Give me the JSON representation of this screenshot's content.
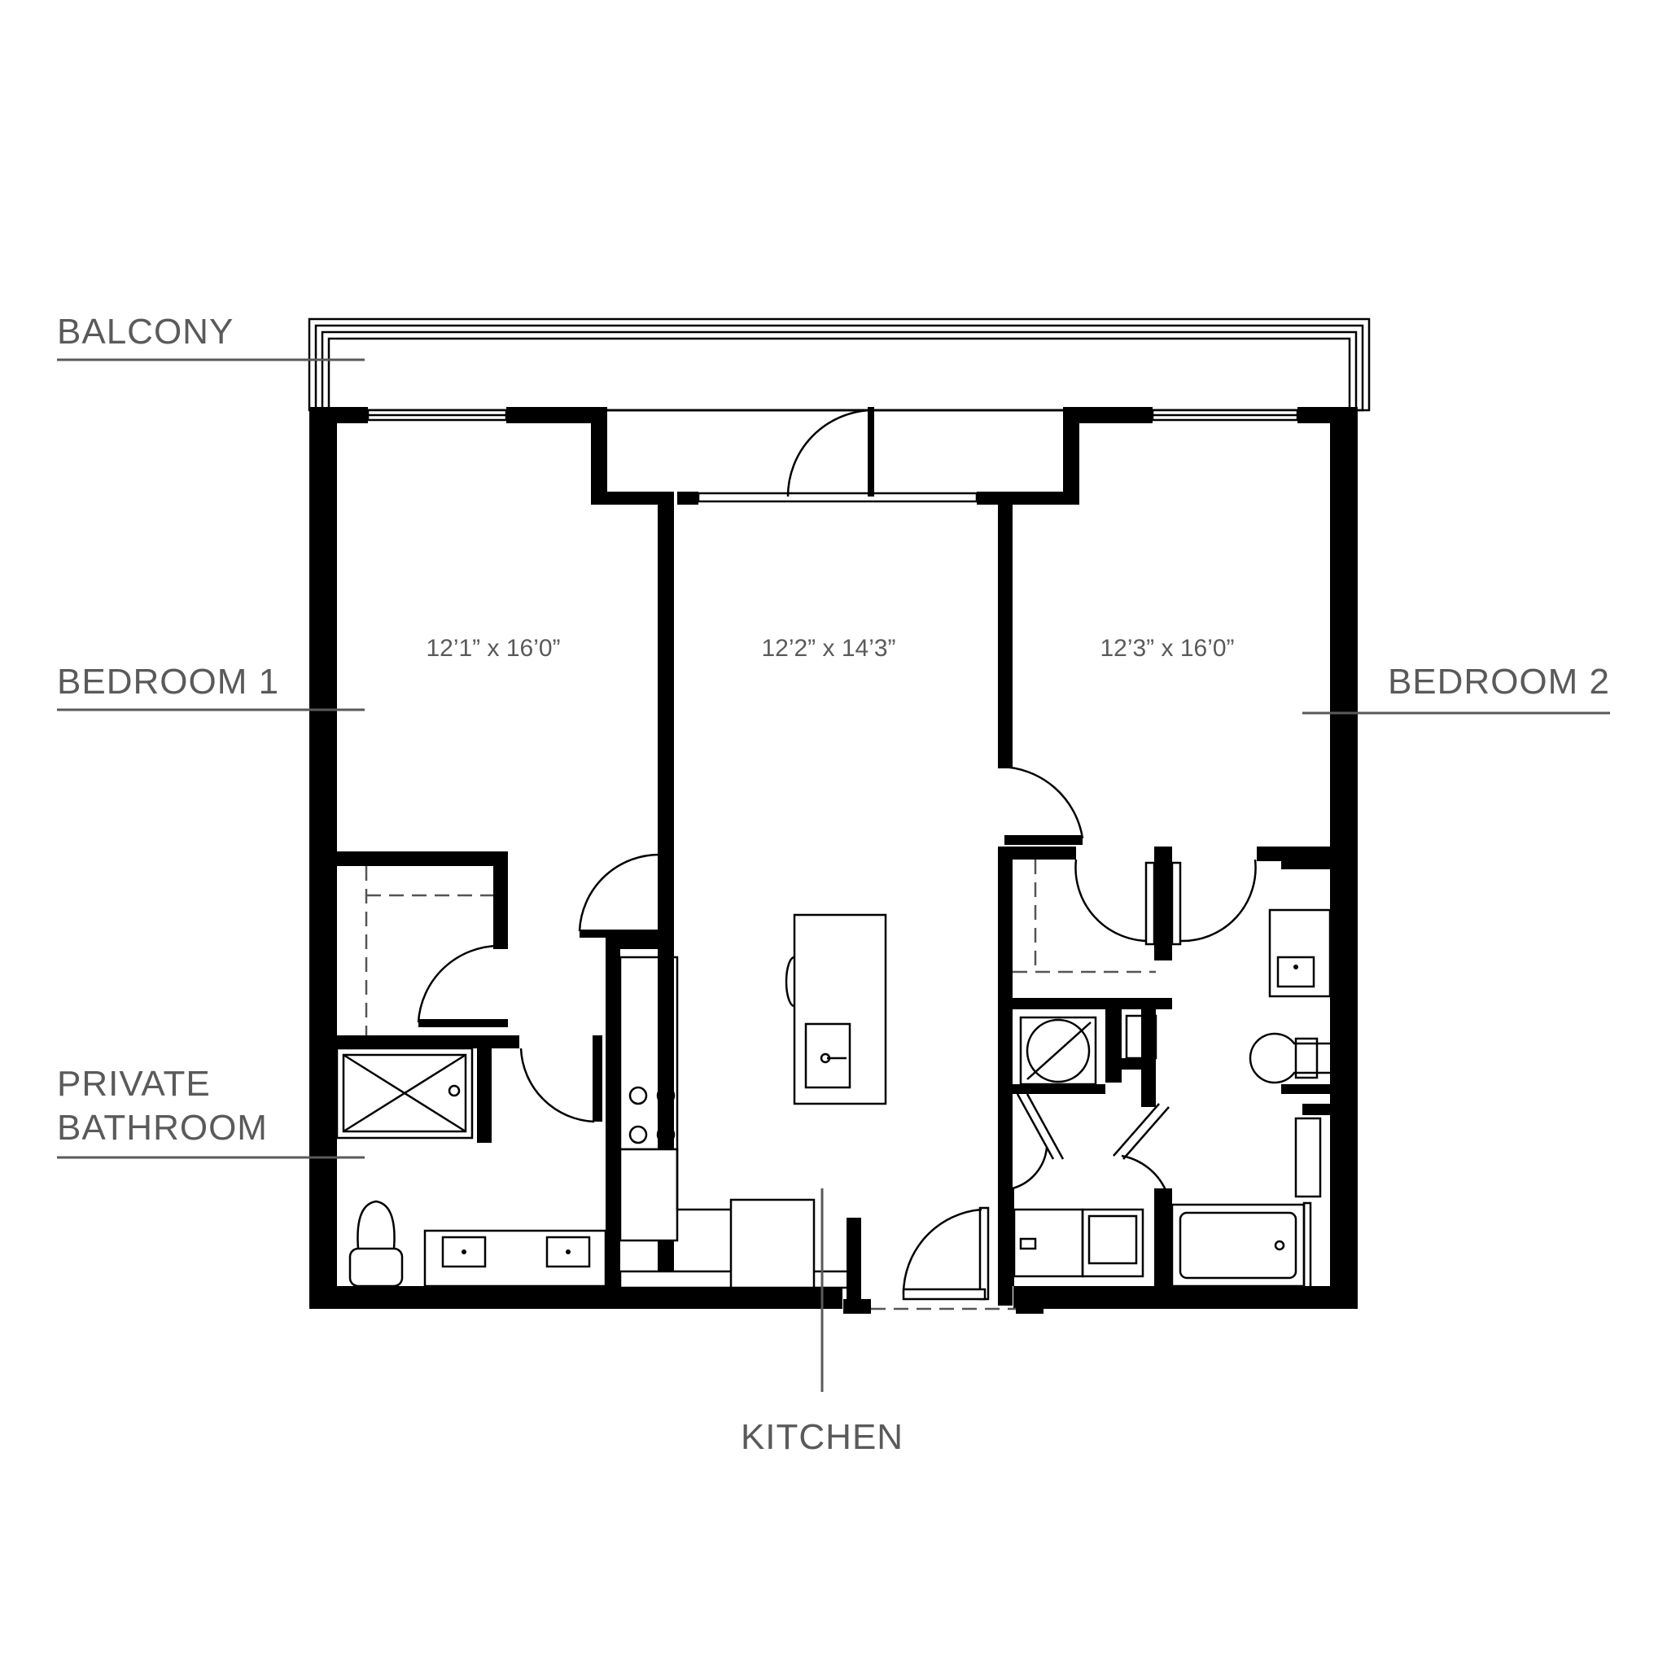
{
  "labels": {
    "balcony": "BALCONY",
    "bedroom1": "BEDROOM 1",
    "bedroom2": "BEDROOM 2",
    "private_bathroom_line1": "PRIVATE",
    "private_bathroom_line2": "BATHROOM",
    "kitchen": "KITCHEN"
  },
  "dimensions": {
    "bedroom1": "12’1” x 16’0”",
    "living": "12’2” x 14’3”",
    "bedroom2": "12’3” x 16’0”"
  },
  "colors": {
    "wall": "#000000",
    "label_text": "#5a5a5a",
    "background": "#ffffff"
  }
}
